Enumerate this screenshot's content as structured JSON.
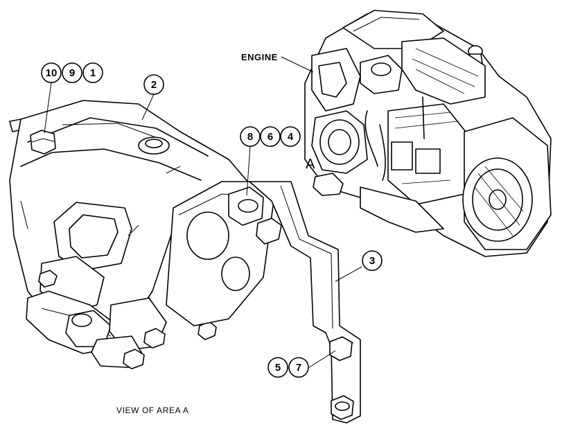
{
  "labels": {
    "engine": "ENGINE",
    "area": "A",
    "view_caption": "VIEW OF AREA A"
  },
  "callouts": [
    {
      "id": "c10",
      "text": "10"
    },
    {
      "id": "c9",
      "text": "9"
    },
    {
      "id": "c1",
      "text": "1"
    },
    {
      "id": "c2",
      "text": "2"
    },
    {
      "id": "c8",
      "text": "8"
    },
    {
      "id": "c6",
      "text": "6"
    },
    {
      "id": "c4",
      "text": "4"
    },
    {
      "id": "c3",
      "text": "3"
    },
    {
      "id": "c5",
      "text": "5"
    },
    {
      "id": "c7",
      "text": "7"
    }
  ]
}
